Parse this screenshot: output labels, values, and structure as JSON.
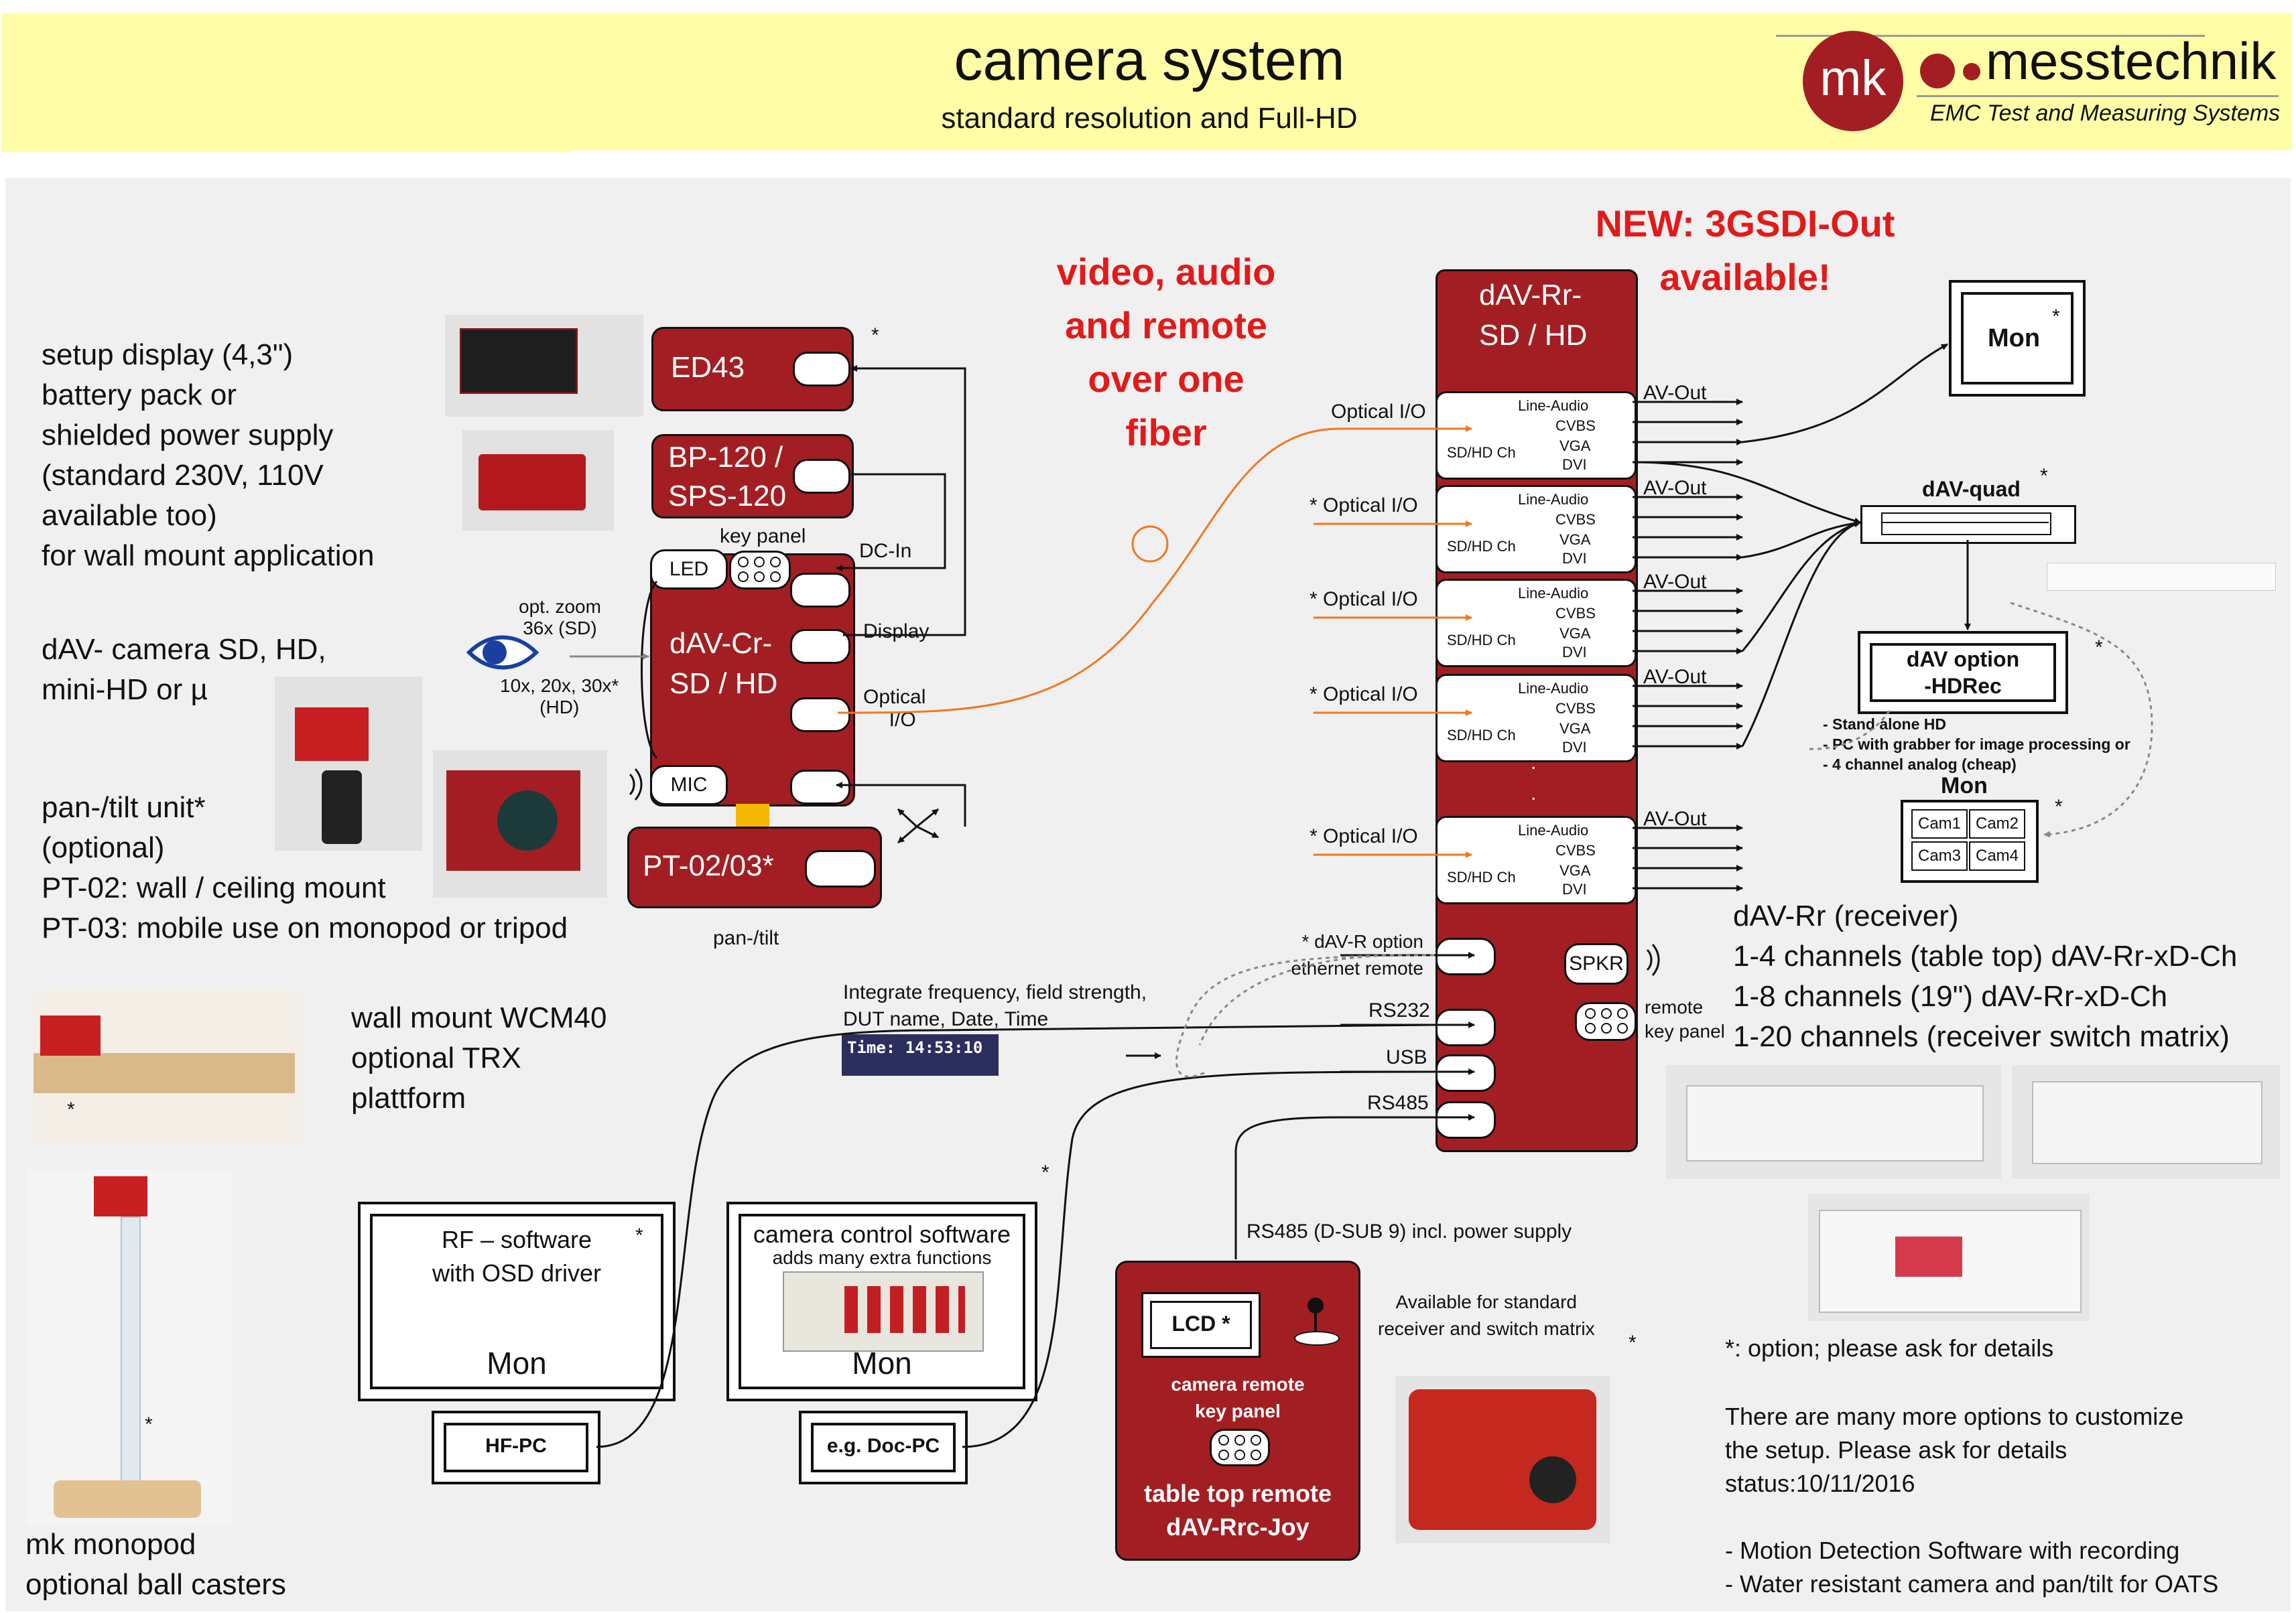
{
  "header": {
    "title": "camera system",
    "subtitle": "standard resolution and Full-HD",
    "logo_mk": "mk",
    "logo_name": "messtechnik",
    "logo_tag": "EMC Test and Measuring Systems"
  },
  "left": {
    "setup": [
      "setup display (4,3\")",
      "battery pack or",
      "shielded power supply",
      "(standard 230V, 110V",
      "available too)",
      "for wall mount application"
    ],
    "camera": [
      "dAV- camera SD, HD,",
      "mini-HD or µ"
    ],
    "pantilt": [
      "pan-/tilt unit*",
      "(optional)",
      "PT-02: wall / ceiling mount",
      "PT-03: mobile use on monopod or tripod"
    ],
    "wall": [
      "wall mount WCM40",
      "optional TRX",
      "plattform"
    ],
    "monopod": [
      "mk monopod",
      "optional ball casters"
    ]
  },
  "modules": {
    "ed43": "ED43",
    "bp120": [
      "BP-120 /",
      "SPS-120"
    ],
    "davcr": [
      "dAV-Cr-",
      "SD / HD"
    ],
    "pt": "PT-02/03*",
    "led": "LED",
    "mic": "MIC",
    "key_panel": "key panel",
    "dc_in": "DC-In",
    "display": "Display",
    "optical_io": [
      "Optical",
      "I/O"
    ],
    "opt_zoom": [
      "opt. zoom",
      "36x (SD)"
    ],
    "zoom2": [
      "10x, 20x, 30x*",
      "(HD)"
    ],
    "pan_tilt": "pan-/tilt",
    "star": "*"
  },
  "fiber": {
    "text": [
      "video, audio",
      "and remote",
      "over one",
      "fiber"
    ],
    "new": [
      "NEW: 3GSDI-Out",
      "available!"
    ]
  },
  "receiver": {
    "title": [
      "dAV-Rr-",
      "SD / HD"
    ],
    "channel_lines": [
      "Line-Audio",
      "CVBS",
      "VGA",
      "DVI"
    ],
    "channel_name": "SD/HD Ch",
    "av_out": "AV-Out",
    "optical": "Optical I/O",
    "dots": ".",
    "dav_r_option": "* dAV-R option",
    "ethernet": "ethernet remote",
    "rs232": "RS232",
    "usb": "USB",
    "rs485": "RS485",
    "spkr": "SPKR",
    "remote": "remote",
    "key_panel": "key panel"
  },
  "right": {
    "mon": "Mon",
    "dav_quad": "dAV-quad",
    "hdrec": [
      "dAV option",
      "-HDRec"
    ],
    "hdrec_notes": [
      "- Stand alone HD",
      "- PC with grabber for image processing or",
      "- 4 channel analog (cheap)"
    ],
    "quad_mon": "Mon",
    "cams": [
      "Cam1",
      "Cam2",
      "Cam3",
      "Cam4"
    ],
    "rr_info": [
      "dAV-Rr (receiver)",
      "1-4 channels (table top) dAV-Rr-xD-Ch",
      "1-8 channels (19\") dAV-Rr-xD-Ch",
      "1-20 channels (receiver switch matrix)"
    ],
    "option_note": "*: option; please ask for details",
    "more": [
      "There are many more options to customize",
      "the setup. Please ask for details",
      "status:10/11/2016"
    ],
    "features": [
      "- Motion Detection Software with recording",
      "- Water resistant camera and pan/tilt for OATS"
    ]
  },
  "bottom": {
    "osd": [
      "Integrate frequency, field strength,",
      "DUT name, Date, Time"
    ],
    "time_display": "Time: 14:53:10",
    "rf_software": [
      "RF – software",
      "with OSD driver"
    ],
    "mon": "Mon",
    "hf_pc": "HF-PC",
    "cam_software": [
      "camera control software",
      "adds many extra functions"
    ],
    "doc_pc": "e.g. Doc-PC",
    "rs485_note": "RS485 (D-SUB 9) incl. power supply",
    "lcd": "LCD *",
    "remote_panel": [
      "camera remote",
      "key panel"
    ],
    "table_top": [
      "table top remote",
      "dAV-Rrc-Joy"
    ],
    "available": [
      "Available for standard",
      "receiver and switch matrix"
    ]
  },
  "colors": {
    "module": "#a31e22",
    "fiber": "#f07820",
    "highlight": "#e21a1a",
    "banner": "#fffea6"
  }
}
